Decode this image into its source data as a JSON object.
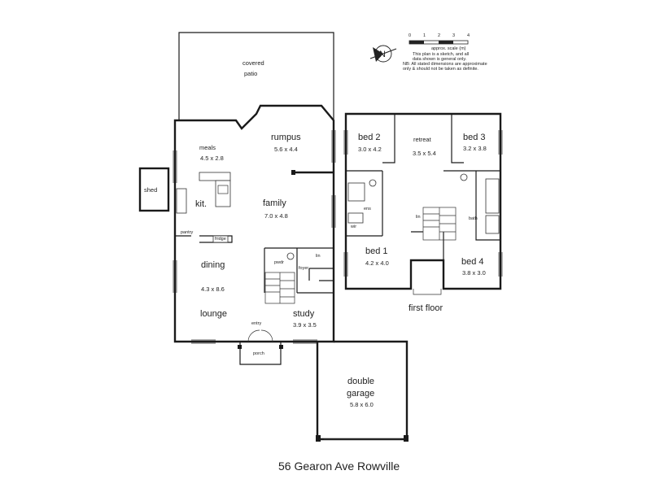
{
  "ground_floor": {
    "covered_patio": [
      "covered",
      "patio"
    ],
    "meals": {
      "name": "meals",
      "dims": "4.5 x 2.8"
    },
    "rumpus": {
      "name": "rumpus",
      "dims": "5.6 x 4.4"
    },
    "kit": "kit.",
    "family": {
      "name": "family",
      "dims": "7.0 x 4.8"
    },
    "shed": "shed",
    "pantry": "pantry",
    "fridge": "fridge",
    "dining": "dining",
    "lounge_dims": "4.3 x 8.6",
    "lounge": "lounge",
    "powder": "pwdr",
    "linen": "lin",
    "foyer": "foyer",
    "study": {
      "name": "study",
      "dims": "3.9 x 3.5"
    },
    "entry": "entry",
    "porch": "porch",
    "garage": {
      "line1": "double",
      "line2": "garage",
      "dims": "5.8 x 6.0"
    }
  },
  "first_floor": {
    "label": "first floor",
    "bed2": {
      "name": "bed 2",
      "dims": "3.0 x 4.2"
    },
    "retreat": {
      "name": "retreat",
      "dims": "3.5 x 5.4"
    },
    "bed3": {
      "name": "bed 3",
      "dims": "3.2 x 3.8"
    },
    "bed1": {
      "name": "bed 1",
      "dims": "4.2 x 4.0"
    },
    "bed4": {
      "name": "bed 4",
      "dims": "3.8 x 3.0"
    },
    "ens": "ens",
    "wir": "wir",
    "linen": "lin",
    "bath": "bath"
  },
  "scale": {
    "ticks": [
      "0",
      "1",
      "2",
      "3",
      "4"
    ],
    "label": "approx. scale (m)",
    "notes": [
      "This plan is a sketch, and all",
      "data shown is general only.",
      "NB: All stated dimensions are approximate",
      "only & should not be taken as definite."
    ],
    "compass": "N"
  },
  "address": "56 Gearon Ave Rowville"
}
